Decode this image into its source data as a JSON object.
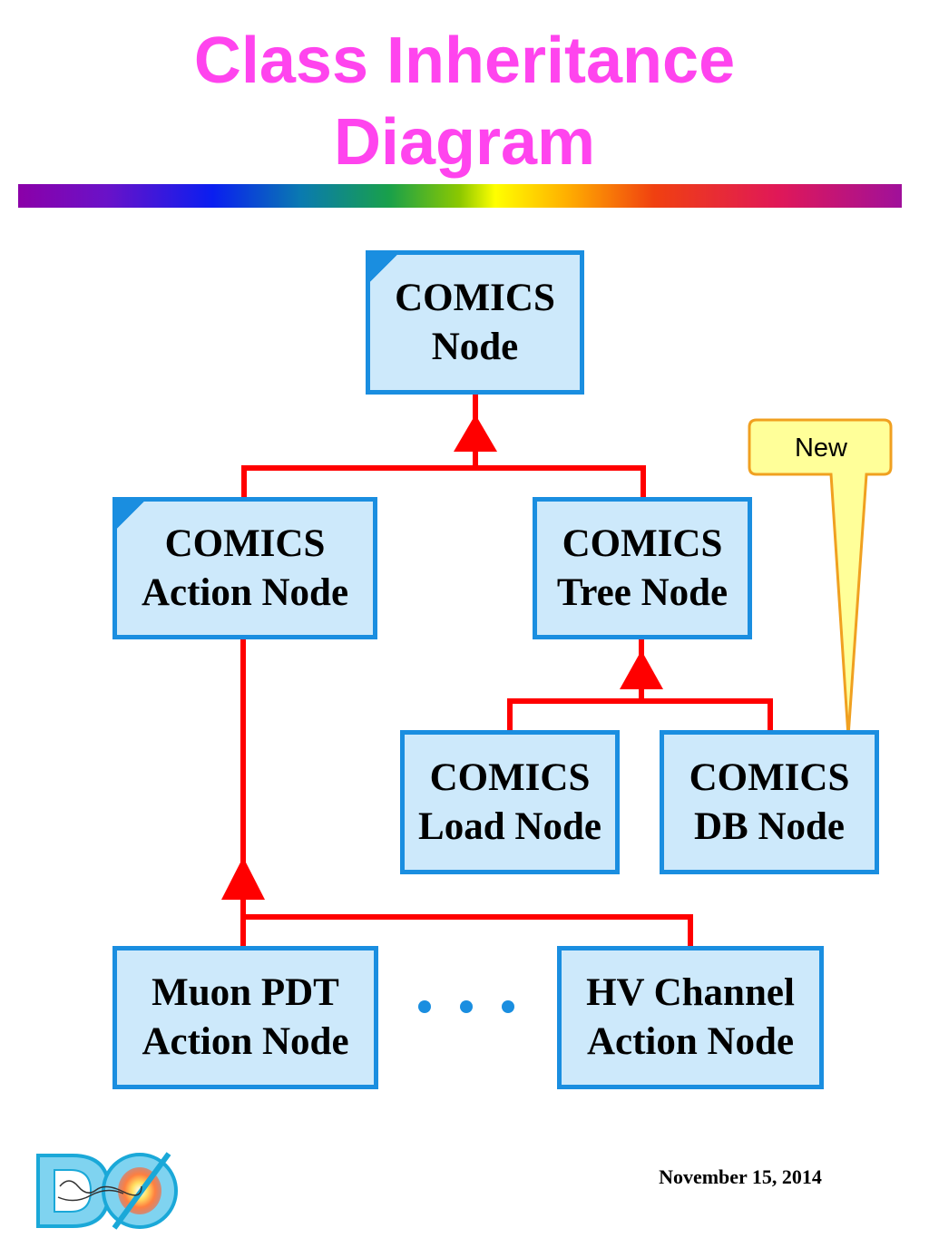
{
  "title": {
    "line1": "Class Inheritance",
    "line2": "Diagram"
  },
  "nodes": {
    "comics_node": {
      "line1": "COMICS",
      "line2": "Node"
    },
    "action_node": {
      "line1": "COMICS",
      "line2": "Action Node"
    },
    "tree_node": {
      "line1": "COMICS",
      "line2": "Tree Node"
    },
    "load_node": {
      "line1": "COMICS",
      "line2": "Load Node"
    },
    "db_node": {
      "line1": "COMICS",
      "line2": "DB Node"
    },
    "muon_node": {
      "line1": "Muon PDT",
      "line2": "Action Node"
    },
    "hv_node": {
      "line1": "HV Channel",
      "line2": "Action Node"
    }
  },
  "callout": {
    "label": "New"
  },
  "footer": {
    "date": "November 15, 2014"
  },
  "colors": {
    "title": "#ff44ee",
    "node_fill": "#cde9fb",
    "node_border": "#1a8ee0",
    "connector": "#ff0000",
    "callout_fill": "#ffff99",
    "callout_border": "#f0a020"
  },
  "icons": {
    "logo": "d0-experiment-logo-icon"
  }
}
